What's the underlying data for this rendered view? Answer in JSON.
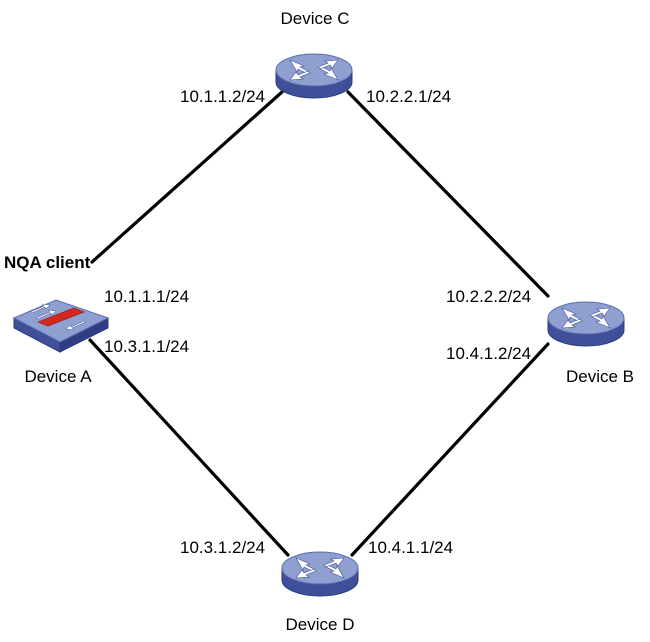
{
  "colors": {
    "device_top": "#8E9FD0",
    "device_side": "#3F4F9A",
    "device_edge": "#2C3A7A",
    "switch_port_band": "#D6271E",
    "link": "#000000",
    "background": "#FFFFFF"
  },
  "devices": {
    "a": {
      "name": "Device A",
      "role": "NQA client",
      "icon": "switch-icon"
    },
    "b": {
      "name": "Device B",
      "icon": "router-icon"
    },
    "c": {
      "name": "Device C",
      "icon": "router-icon"
    },
    "d": {
      "name": "Device D",
      "icon": "router-icon"
    }
  },
  "links": {
    "a_c": {
      "a_ip": "10.1.1.1/24",
      "c_ip": "10.1.1.2/24"
    },
    "c_b": {
      "c_ip": "10.2.2.1/24",
      "b_ip": "10.2.2.2/24"
    },
    "a_d": {
      "a_ip": "10.3.1.1/24",
      "d_ip": "10.3.1.2/24"
    },
    "d_b": {
      "d_ip": "10.4.1.1/24",
      "b_ip": "10.4.1.2/24"
    }
  }
}
